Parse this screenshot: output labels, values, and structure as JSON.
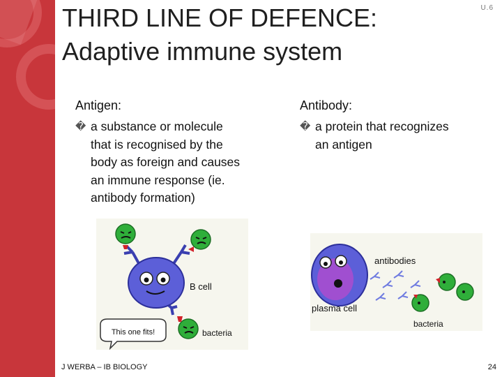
{
  "header": {
    "title_line1": "THIRD LINE OF DEFENCE:",
    "title_line2": "Adaptive immune system",
    "slide_code": "U.6"
  },
  "left_column": {
    "heading": "Antigen:",
    "bullet_mark": "�",
    "lines": [
      "a substance or molecule",
      "that is recognised by the",
      "body as foreign and causes",
      "an immune response (ie.",
      "antibody formation)"
    ]
  },
  "right_column": {
    "heading": "Antibody:",
    "bullet_mark": "�",
    "lines": [
      "a protein that recognizes",
      "an antigen"
    ]
  },
  "bcell_image": {
    "label_bcell": "B cell",
    "label_bacteria": "bacteria",
    "speech": "This one fits!"
  },
  "plasma_image": {
    "label_antibodies": "antibodies",
    "label_plasma": "plasma cell",
    "label_bacteria": "bacteria"
  },
  "footer": {
    "credit": "J WERBA – IB BIOLOGY",
    "page": "24"
  },
  "colors": {
    "sidebar": "#c8363b",
    "cell_blue": "#5c5fd8",
    "bacteria_green": "#2fae3a",
    "plasma_purple": "#a04fd0"
  }
}
